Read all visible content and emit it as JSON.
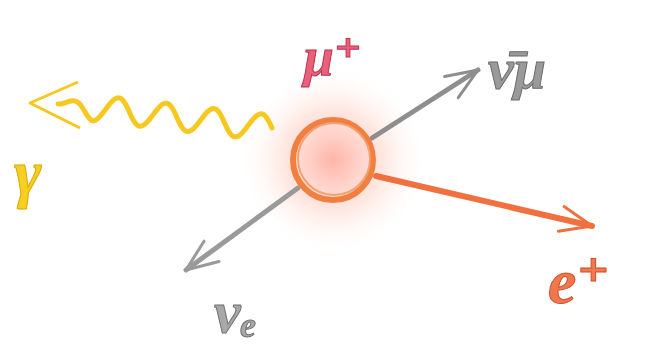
{
  "diagram": {
    "nodes": [
      {
        "text": [
          "μ⁺"
        ]
      }
    ],
    "labels": [
      "ν̄μ",
      "e⁺",
      "νₑ",
      "γ"
    ]
  }
}
